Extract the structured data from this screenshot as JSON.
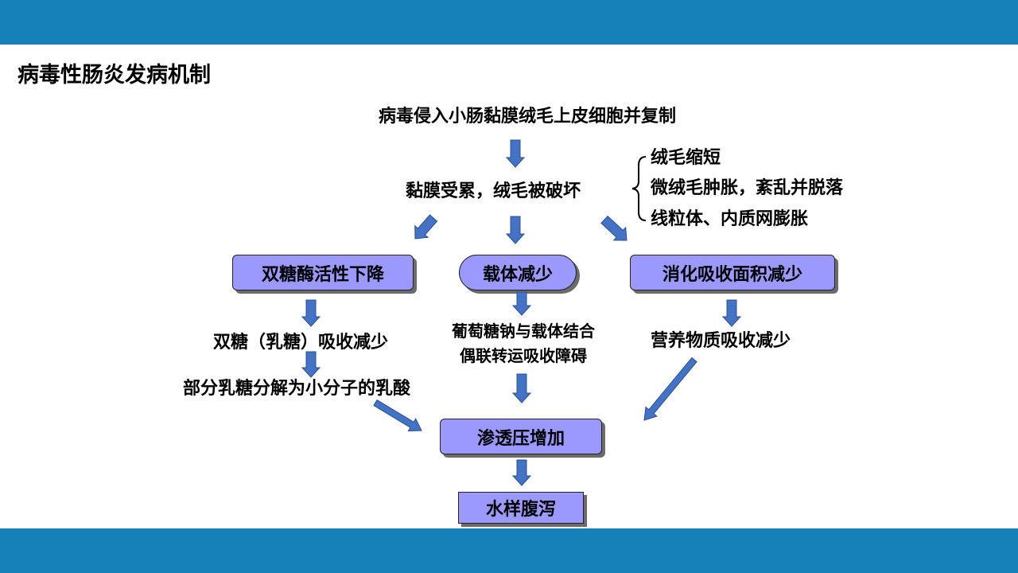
{
  "title": "病毒性肠炎发病机制",
  "flow": {
    "step_top": "病毒侵入小肠黏膜绒毛上皮细胞并复制",
    "step_mucosa": "黏膜受累，绒毛被破坏",
    "brace_items": [
      "绒毛缩短",
      "微绒毛肿胀，紊乱并脱落",
      "线粒体、内质网膨胀"
    ],
    "box_disaccharidase": "双糖酶活性下降",
    "box_carrier": "载体减少",
    "box_digest_area": "消化吸收面积减少",
    "step_lactose": "双糖（乳糖）吸收减少",
    "step_lactic": "部分乳糖分解为小分子的乳酸",
    "step_glucose_1": "葡萄糖钠与载体结合",
    "step_glucose_2": "偶联转运吸收障碍",
    "step_nutrient": "营养物质吸收减少",
    "box_osmotic": "渗透压增加",
    "box_diarrhea": "水样腹泻"
  },
  "colors": {
    "band": "#1681b9",
    "box_fill": "#9b99fb",
    "arrow_fill": "#4472c4"
  }
}
